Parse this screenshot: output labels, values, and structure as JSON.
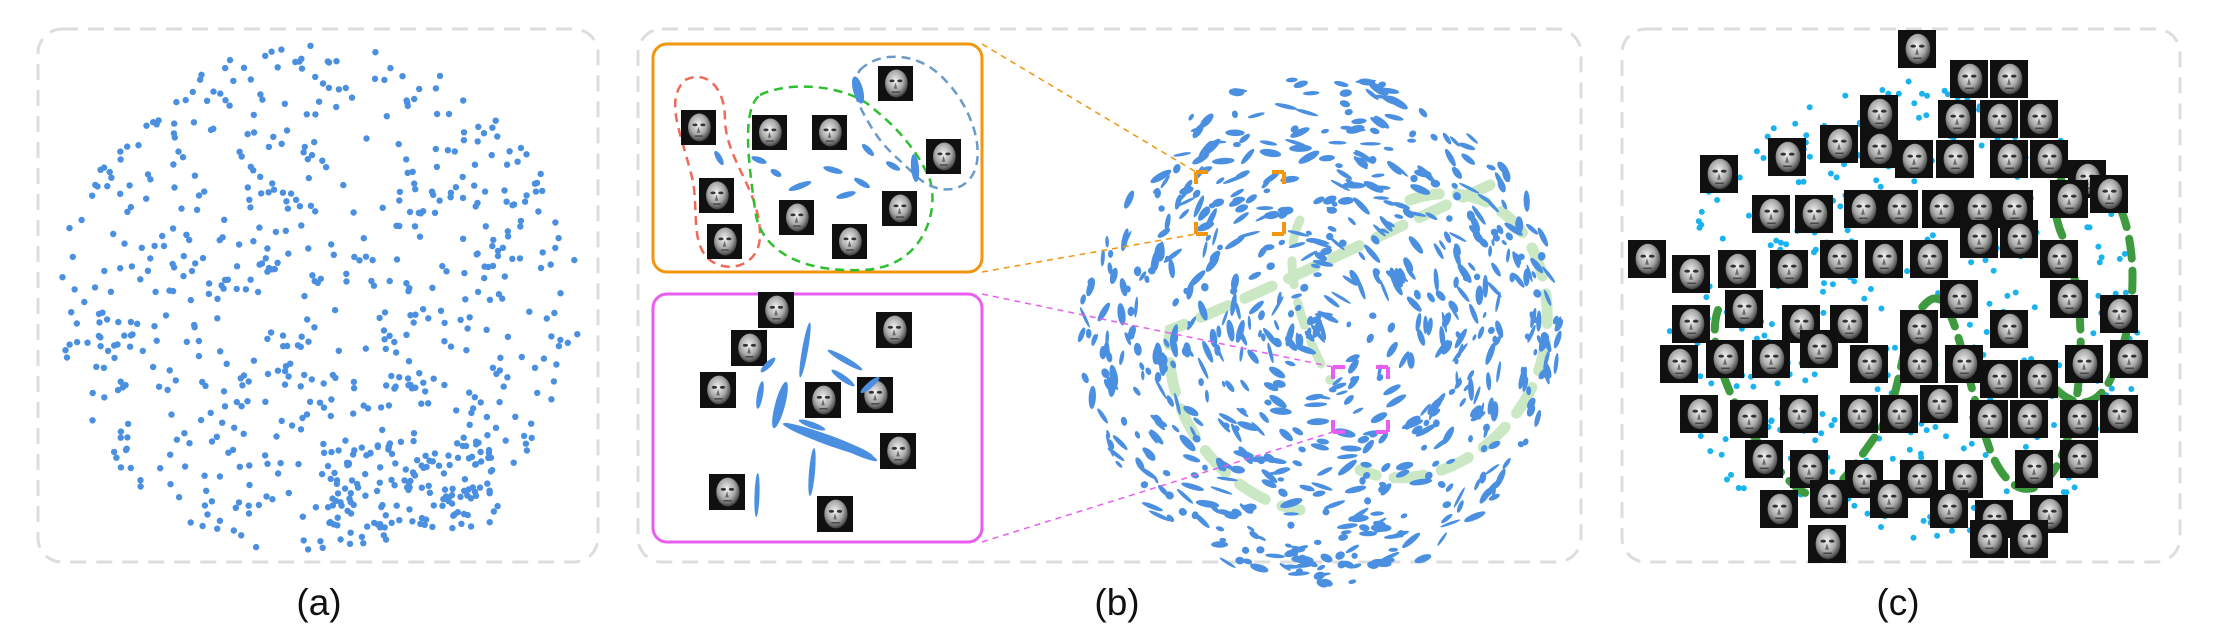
{
  "captions": {
    "a": "(a)",
    "b": "(b)",
    "c": "(c)"
  },
  "colors": {
    "point": "#4a8fe0",
    "ellipse": "#4a8fe0",
    "cyan_point": "#19b3f0",
    "panel_border": "#dddddd",
    "orange": "#f0960f",
    "magenta": "#e85ef0",
    "green_path": "#3e9a3e",
    "green_path_faint": "#cbe8c5",
    "red_group": "#f06a5a",
    "green_group": "#2ebf2e",
    "blue_group": "#6a9ac9"
  },
  "icons": {
    "face_thumbnail": "grayscale-face-thumbnail-icon"
  }
}
